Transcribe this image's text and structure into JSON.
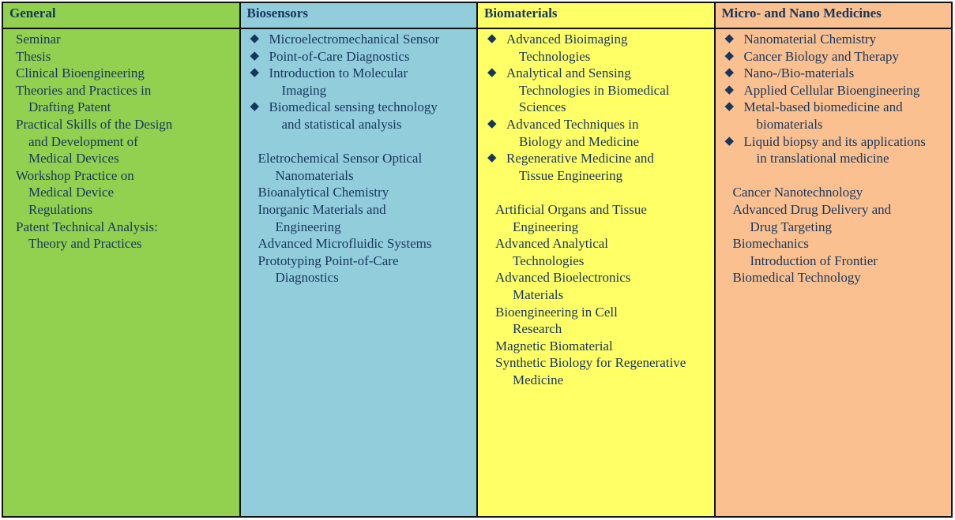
{
  "colors": {
    "general": "#92d050",
    "biosensors": "#92cddc",
    "biomaterials": "#ffff66",
    "nano": "#fac090",
    "text": "#17365d"
  },
  "columns": [
    {
      "title": "General",
      "bullets": [],
      "plain": [
        [
          "Seminar"
        ],
        [
          "Thesis"
        ],
        [
          "Clinical Bioengineering"
        ],
        [
          "Theories and Practices in",
          "Drafting Patent"
        ],
        [
          "Practical Skills of the Design",
          "and Development of",
          "Medical Devices"
        ],
        [
          "Workshop Practice on",
          "Medical Device",
          "Regulations"
        ],
        [
          "Patent Technical Analysis:",
          "Theory and Practices"
        ]
      ]
    },
    {
      "title": "Biosensors",
      "bullets": [
        [
          "Microelectromechanical Sensor"
        ],
        [
          "Point-of-Care Diagnostics"
        ],
        [
          "Introduction to Molecular",
          "Imaging"
        ],
        [
          "Biomedical sensing technology",
          "and statistical analysis"
        ]
      ],
      "plain": [
        [
          "Eletrochemical Sensor Optical",
          "Nanomaterials"
        ],
        [
          "Bioanalytical Chemistry"
        ],
        [
          "Inorganic Materials and",
          "Engineering"
        ],
        [
          "Advanced Microfluidic Systems"
        ],
        [
          "Prototyping   Point-of-Care",
          "Diagnostics"
        ]
      ]
    },
    {
      "title": "Biomaterials",
      "bullets": [
        [
          "Advanced Bioimaging",
          "Technologies"
        ],
        [
          "Analytical and Sensing",
          "Technologies in Biomedical",
          "Sciences"
        ],
        [
          "Advanced Techniques in",
          "Biology and Medicine"
        ],
        [
          "Regenerative Medicine and",
          "Tissue Engineering"
        ]
      ],
      "plain": [
        [
          "Artificial Organs and Tissue",
          "Engineering"
        ],
        [
          "Advanced Analytical",
          "Technologies"
        ],
        [
          "Advanced Bioelectronics",
          "Materials"
        ],
        [
          "Bioengineering in Cell",
          "Research"
        ],
        [
          "Magnetic Biomaterial"
        ],
        [
          "Synthetic Biology for Regenerative",
          "Medicine"
        ]
      ]
    },
    {
      "title": "Micro- and Nano Medicines",
      "bullets": [
        [
          "Nanomaterial Chemistry"
        ],
        [
          "Cancer Biology and Therapy"
        ],
        [
          "Nano-/Bio-materials"
        ],
        [
          "Applied Cellular Bioengineering"
        ],
        [
          "Metal-based biomedicine and",
          "biomaterials"
        ],
        [
          "Liquid biopsy and its applications",
          "in translational medicine"
        ]
      ],
      "plain": [
        [
          "Cancer Nanotechnology"
        ],
        [
          "Advanced Drug Delivery and",
          "Drug Targeting"
        ],
        [
          "Biomechanics",
          "Introduction of Frontier"
        ],
        [
          "Biomedical Technology"
        ]
      ]
    }
  ]
}
